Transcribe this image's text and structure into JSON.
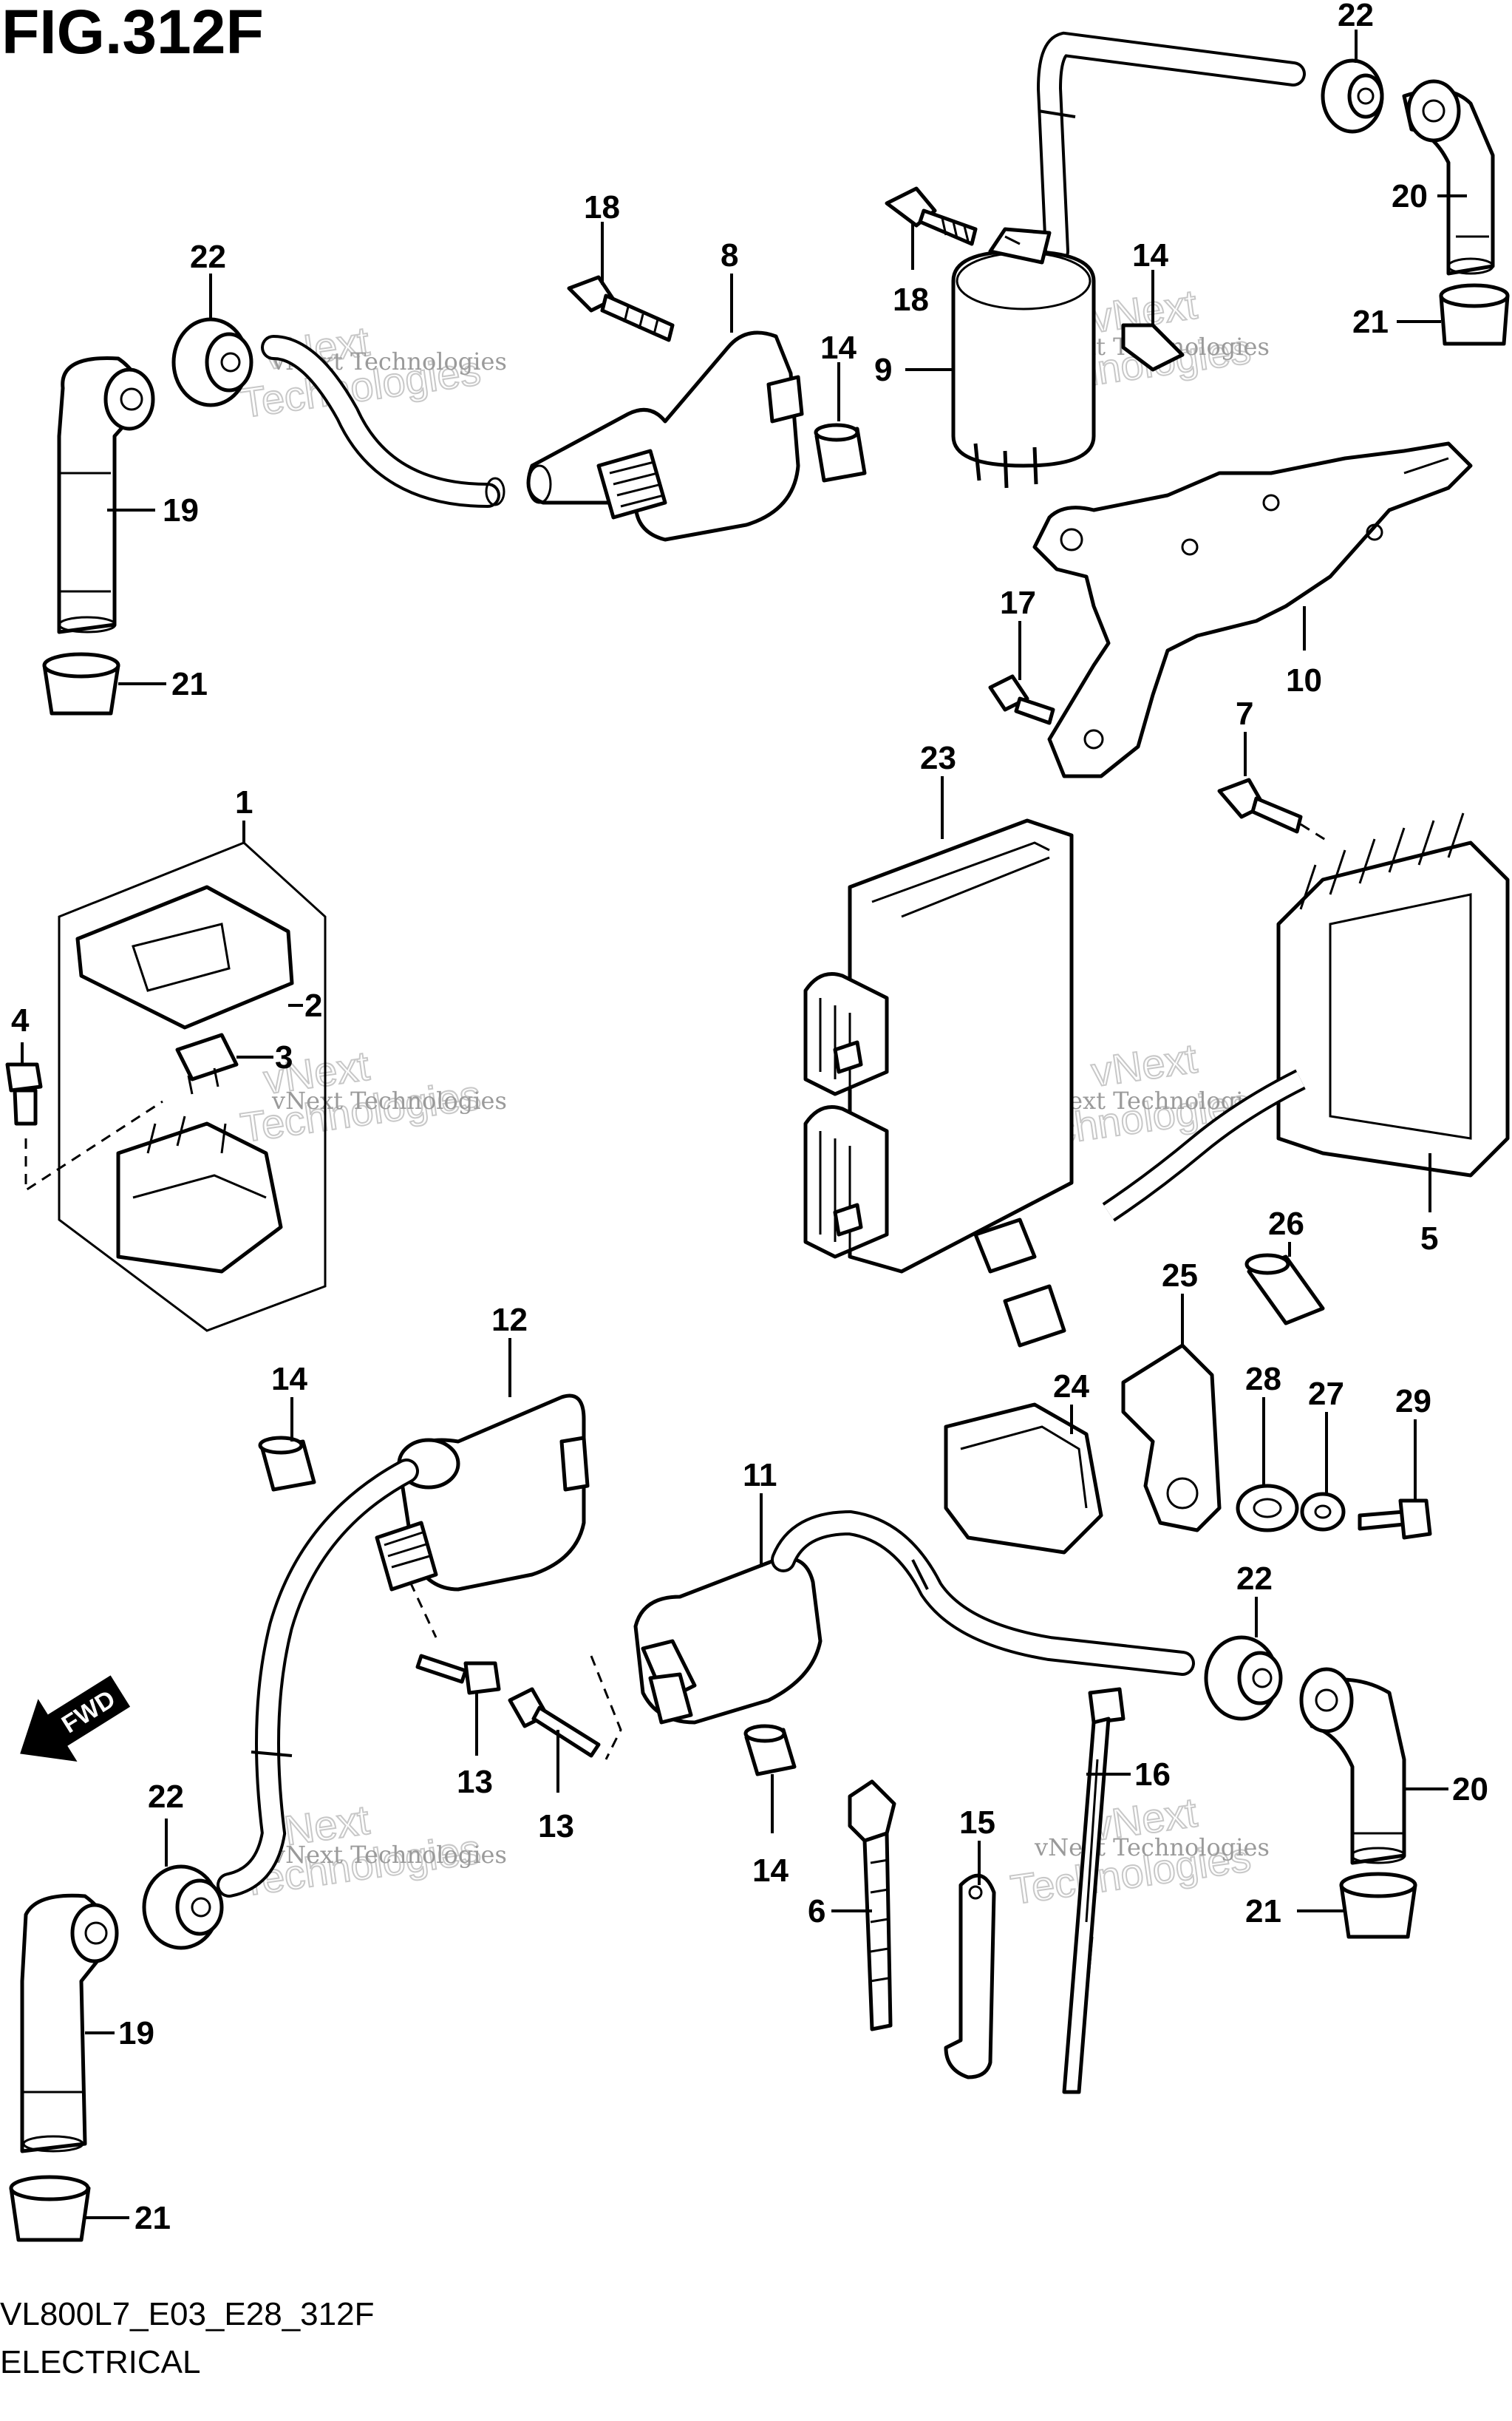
{
  "figure": {
    "title": "FIG.312F",
    "code": "VL800L7_E03_E28_312F",
    "caption": "ELECTRICAL",
    "fwd_label": "FWD"
  },
  "watermark": {
    "line1": "vNext Technologies",
    "line2": "vNext",
    "line3": "Technologies"
  },
  "callouts": [
    {
      "id": "c22a",
      "text": "22"
    },
    {
      "id": "c20a",
      "text": "20"
    },
    {
      "id": "c21a",
      "text": "21"
    },
    {
      "id": "c18a",
      "text": "18"
    },
    {
      "id": "c8",
      "text": "8"
    },
    {
      "id": "c22b",
      "text": "22"
    },
    {
      "id": "c14a",
      "text": "14"
    },
    {
      "id": "c18b",
      "text": "18"
    },
    {
      "id": "c9",
      "text": "9"
    },
    {
      "id": "c14b",
      "text": "14"
    },
    {
      "id": "c19a",
      "text": "19"
    },
    {
      "id": "c21b",
      "text": "21"
    },
    {
      "id": "c17",
      "text": "17"
    },
    {
      "id": "c10",
      "text": "10"
    },
    {
      "id": "c7",
      "text": "7"
    },
    {
      "id": "c23",
      "text": "23"
    },
    {
      "id": "c1",
      "text": "1"
    },
    {
      "id": "c2",
      "text": "2"
    },
    {
      "id": "c4",
      "text": "4"
    },
    {
      "id": "c3",
      "text": "3"
    },
    {
      "id": "c5",
      "text": "5"
    },
    {
      "id": "c26",
      "text": "26"
    },
    {
      "id": "c25",
      "text": "25"
    },
    {
      "id": "c12",
      "text": "12"
    },
    {
      "id": "c14c",
      "text": "14"
    },
    {
      "id": "c24",
      "text": "24"
    },
    {
      "id": "c28",
      "text": "28"
    },
    {
      "id": "c27",
      "text": "27"
    },
    {
      "id": "c29",
      "text": "29"
    },
    {
      "id": "c11",
      "text": "11"
    },
    {
      "id": "c22c",
      "text": "22"
    },
    {
      "id": "c20b",
      "text": "20"
    },
    {
      "id": "c13a",
      "text": "13"
    },
    {
      "id": "c13b",
      "text": "13"
    },
    {
      "id": "c16",
      "text": "16"
    },
    {
      "id": "c15",
      "text": "15"
    },
    {
      "id": "c22d",
      "text": "22"
    },
    {
      "id": "c14d",
      "text": "14"
    },
    {
      "id": "c6",
      "text": "6"
    },
    {
      "id": "c21c",
      "text": "21"
    },
    {
      "id": "c19b",
      "text": "19"
    },
    {
      "id": "c21d",
      "text": "21"
    }
  ]
}
